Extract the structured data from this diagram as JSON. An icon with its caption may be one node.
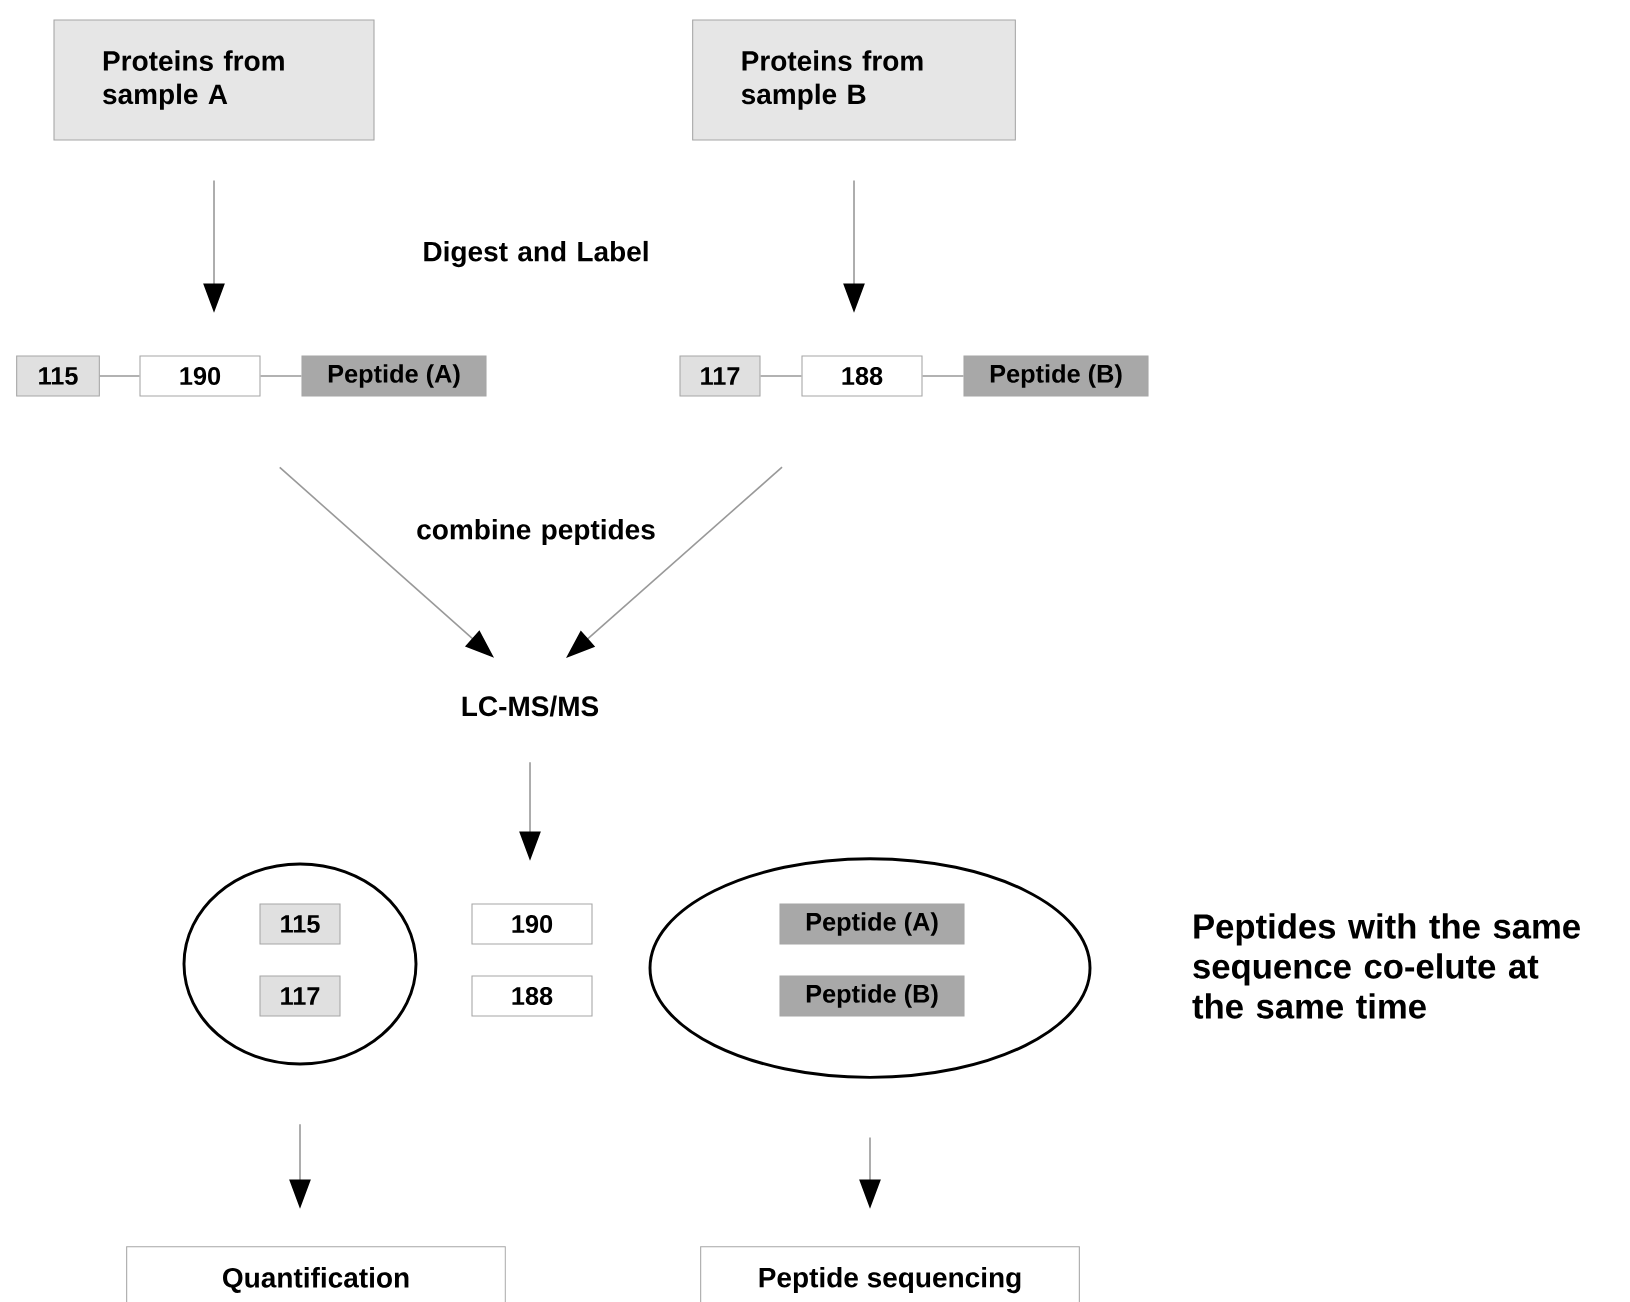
{
  "diagram": {
    "nodes": [
      {
        "text": [
          "Proteins from sample A"
        ]
      },
      {
        "text": [
          "Proteins from sample B"
        ]
      },
      {
        "text": [
          "115"
        ]
      },
      {
        "text": [
          "190"
        ]
      },
      {
        "text": [
          "Peptide (A)"
        ]
      },
      {
        "text": [
          "117"
        ]
      },
      {
        "text": [
          "188"
        ]
      },
      {
        "text": [
          "Peptide (B)"
        ]
      },
      {
        "text": [
          "LC-MS/MS"
        ]
      },
      {
        "text": [],
        "shape": "ellipse"
      },
      {
        "text": [
          "115"
        ],
        "in": 9
      },
      {
        "text": [
          "117"
        ],
        "in": 9
      },
      {
        "text": [
          "190"
        ]
      },
      {
        "text": [
          "188"
        ]
      },
      {
        "text": [],
        "shape": "ellipse"
      },
      {
        "text": [
          "Peptide (A)"
        ],
        "in": 14
      },
      {
        "text": [
          "Peptide (B)"
        ],
        "in": 14
      },
      {
        "text": [
          "Quantification"
        ]
      },
      {
        "text": [
          "Peptide sequencing"
        ]
      }
    ],
    "edges": [
      {
        "from": 0,
        "to": 3,
        "arrow": "to"
      },
      {
        "from": 1,
        "to": 6,
        "arrow": "to"
      },
      {
        "from": 2,
        "to": 3,
        "arrow": "none"
      },
      {
        "from": 3,
        "to": 4,
        "arrow": "none"
      },
      {
        "from": 5,
        "to": 6,
        "arrow": "none"
      },
      {
        "from": 6,
        "to": 7,
        "arrow": "none"
      },
      {
        "from": 3,
        "to": 8,
        "arrow": "to"
      },
      {
        "from": 6,
        "to": 8,
        "arrow": "to"
      },
      {
        "from": 8,
        "to": 12,
        "arrow": "to"
      },
      {
        "from": 9,
        "to": 17,
        "arrow": "to"
      },
      {
        "from": 14,
        "to": 18,
        "arrow": "to"
      }
    ],
    "labels": [
      "Digest and Label",
      "combine peptides",
      "Peptides with the same sequence co-elute at the same time"
    ]
  }
}
